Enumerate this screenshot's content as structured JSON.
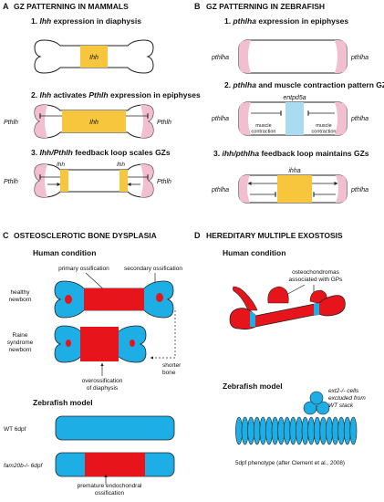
{
  "colors": {
    "pink": "#f2bfd0",
    "yellow": "#f7c63c",
    "light_blue": "#a9dcf0",
    "blue": "#1eaee6",
    "red": "#e8141c",
    "outline": "#222222"
  },
  "panel_a": {
    "letter": "A",
    "title": "GZ PATTERNING IN MAMMALS",
    "step1": {
      "num": "1.",
      "gene": "Ihh",
      "rest": "expression in diaphysis",
      "bone_label": "Ihh"
    },
    "step2": {
      "num": "2.",
      "gene": "Ihh",
      "mid": "activates",
      "gene2": "Pthlh",
      "rest": "expression in epiphyses",
      "bone_label": "Ihh",
      "left_label": "Pthlh",
      "right_label": "Pthlh"
    },
    "step3": {
      "num": "3.",
      "gene": "Ihh/Pthlh",
      "rest": "feedback loop scales GZs",
      "left_label": "Pthlh",
      "right_label": "Pthlh",
      "inner_left": "Ihh",
      "inner_right": "Ihh"
    }
  },
  "panel_b": {
    "letter": "B",
    "title": "GZ PATTERNING IN ZEBRAFISH",
    "step1": {
      "num": "1.",
      "gene": "pthlha",
      "rest": "expression in epiphyses",
      "left_label": "pthlha",
      "right_label": "pthlha"
    },
    "step2": {
      "num": "2.",
      "gene": "pthlha",
      "rest": "and muscle contraction pattern GZs",
      "top_label": "entpd5a",
      "left_label": "pthlha",
      "right_label": "pthlha",
      "left_muscle": "muscle\ncontraction",
      "right_muscle": "muscle\ncontraction"
    },
    "step3": {
      "num": "3.",
      "gene": "ihh/pthlha",
      "rest": "feedback loop maintains GZs",
      "top_label": "ihha",
      "left_label": "pthlha",
      "right_label": "pthlha"
    }
  },
  "panel_c": {
    "letter": "C",
    "title": "OSTEOSCLEROTIC BONE DYSPLASIA",
    "human_heading": "Human condition",
    "primary_label": "primary ossification",
    "secondary_label": "secondary ossification",
    "healthy_label": "healthy\nnewborn",
    "raine_label": "Raine\nsyndrome\nnewborn",
    "shorter_label": "shorter\nbone",
    "overossification_label": "overossification\nof diaphysis",
    "zebrafish_heading": "Zebrafish model",
    "wt_label": "WT 6dpf",
    "mutant_label": "fam20b-/- 6dpf",
    "premature_label": "premature endochondral\nossification"
  },
  "panel_d": {
    "letter": "D",
    "title": "HEREDITARY MULTIPLE EXOSTOSIS",
    "human_heading": "Human condition",
    "osteo_label": "osteochondromas\nassociated with GPs",
    "zebrafish_heading": "Zebrafish model",
    "ext2_label": "ext2-/- cells\nexcluded from\nWT stack",
    "phenotype_label": "5dpf phenotype (after Clement et al., 2008)"
  }
}
